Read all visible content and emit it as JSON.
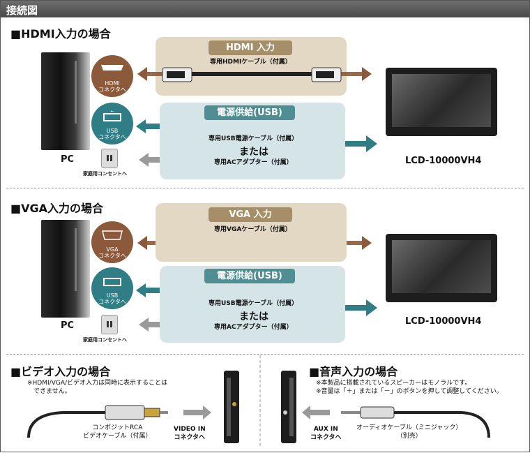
{
  "title": "接続図",
  "hdmi_section": {
    "heading": "■HDMI入力の場合",
    "hdmi_pill": "HDMI 入力",
    "hdmi_cable": "専用HDMIケーブル（付属）",
    "hdmi_connector": "HDMI\nコネクタへ",
    "power_pill": "電源供給(USB)",
    "usb_connector": "USB\nコネクタへ",
    "usb_cable": "専用USB電源ケーブル（付属）",
    "or": "または",
    "ac_adapter": "専用ACアダプター（付属）",
    "pc_label": "PC",
    "outlet_label": "家庭用コンセントへ",
    "monitor_label": "LCD-10000VH4"
  },
  "vga_section": {
    "heading": "■VGA入力の場合",
    "vga_pill": "VGA 入力",
    "vga_cable": "専用VGAケーブル（付属）",
    "vga_connector": "VGA\nコネクタへ",
    "power_pill": "電源供給(USB)",
    "usb_connector": "USB\nコネクタへ",
    "usb_cable": "専用USB電源ケーブル（付属）",
    "or": "または",
    "ac_adapter": "専用ACアダプター（付属）",
    "pc_label": "PC",
    "outlet_label": "家庭用コンセントへ",
    "monitor_label": "LCD-10000VH4"
  },
  "video_section": {
    "heading": "■ビデオ入力の場合",
    "note": "※HDMI/VGA/ビデオ入力は同時に表示することは\n　できません。",
    "cable": "コンポジットRCA\nビデオケーブル（付属）",
    "connector": "VIDEO IN\nコネクタへ"
  },
  "audio_section": {
    "heading": "■音声入力の場合",
    "note1": "※本製品に搭載されているスピーカーはモノラルです。",
    "note2": "※音量は「＋」または「－」のボタンを押して調整してください。",
    "connector": "AUX IN\nコネクタへ",
    "cable": "オーディオケーブル（ミニジャック）\n（別売）"
  },
  "colors": {
    "tan_panel": "#e2d8c3",
    "blue_panel": "#d5e4e6",
    "brown_arrow": "#8c5a3a",
    "teal_arrow": "#2f7e86",
    "gray_arrow": "#9a9a9a"
  }
}
